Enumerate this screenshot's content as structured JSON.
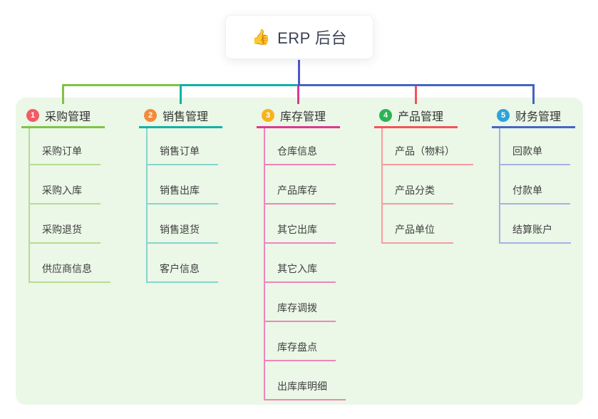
{
  "root": {
    "emoji": "👍",
    "label": "ERP 后台"
  },
  "colors": {
    "panel_bg": "#ebf7e7",
    "root_line": "#4f57c8",
    "text": "#3f3f3f"
  },
  "branches": [
    {
      "badge": "1",
      "title": "采购管理",
      "badge_color": "#f25b65",
      "line_color": "#7fc347",
      "light_color": "#b7dc92",
      "children": [
        "采购订单",
        "采购入库",
        "采购退货",
        "供应商信息"
      ]
    },
    {
      "badge": "2",
      "title": "销售管理",
      "badge_color": "#f58a3c",
      "line_color": "#0fb3a5",
      "light_color": "#86d5cc",
      "children": [
        "销售订单",
        "销售出库",
        "销售退货",
        "客户信息"
      ]
    },
    {
      "badge": "3",
      "title": "库存管理",
      "badge_color": "#f7b31c",
      "line_color": "#e0388f",
      "light_color": "#ef85bb",
      "children": [
        "仓库信息",
        "产品库存",
        "其它出库",
        "其它入库",
        "库存调拨",
        "库存盘点",
        "出库库明细"
      ]
    },
    {
      "badge": "4",
      "title": "产品管理",
      "badge_color": "#2eb256",
      "line_color": "#f55258",
      "light_color": "#f79ba0",
      "children": [
        "产品（物料）",
        "产品分类",
        "产品单位"
      ]
    },
    {
      "badge": "5",
      "title": "财务管理",
      "badge_color": "#2ba4da",
      "line_color": "#4565c5",
      "light_color": "#a3b3e2",
      "children": [
        "回款单",
        "付款单",
        "结算账户"
      ]
    }
  ]
}
